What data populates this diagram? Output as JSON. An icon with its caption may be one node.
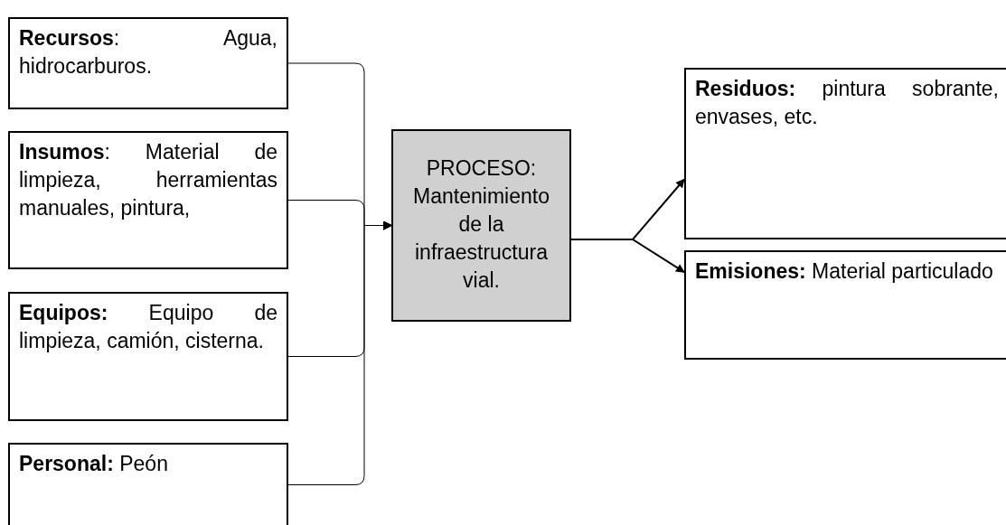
{
  "diagram": {
    "nodes": [
      {
        "text": [
          "**Recursos**: Agua, hidrocarburos."
        ]
      },
      {
        "text": [
          "**Insumos**: Material de limpieza, herramientas manuales, pintura,"
        ]
      },
      {
        "text": [
          "**Equipos:** Equipo de limpieza, camión, cisterna."
        ]
      },
      {
        "text": [
          "**Personal:** Peón"
        ]
      },
      {
        "text": [
          "PROCESO: Mantenimiento de la infraestructura vial."
        ]
      },
      {
        "text": [
          "**Residuos:** pintura sobrante, envases, etc."
        ]
      },
      {
        "text": [
          "**Emisiones:** Material particulado"
        ]
      }
    ],
    "edges": [
      {
        "from": 0,
        "to": 4,
        "arrow": "to"
      },
      {
        "from": 1,
        "to": 4,
        "arrow": "to"
      },
      {
        "from": 2,
        "to": 4,
        "arrow": "to"
      },
      {
        "from": 3,
        "to": 4,
        "arrow": "to"
      },
      {
        "from": 4,
        "to": 5,
        "arrow": "to"
      },
      {
        "from": 4,
        "to": 6,
        "arrow": "to"
      }
    ]
  }
}
